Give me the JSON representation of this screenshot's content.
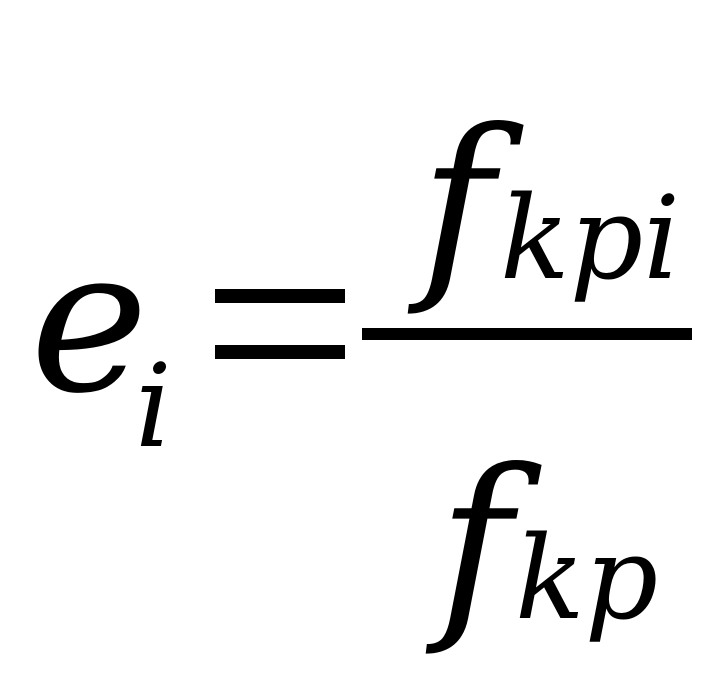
{
  "formula": {
    "lhs": {
      "base": "e",
      "subscript": "i"
    },
    "operator": "=",
    "numerator": {
      "base": "f",
      "subscript": "kpi"
    },
    "denominator": {
      "base": "f",
      "subscript": "kp"
    }
  },
  "colors": {
    "background": "#ffffff",
    "ink": "#000000"
  }
}
